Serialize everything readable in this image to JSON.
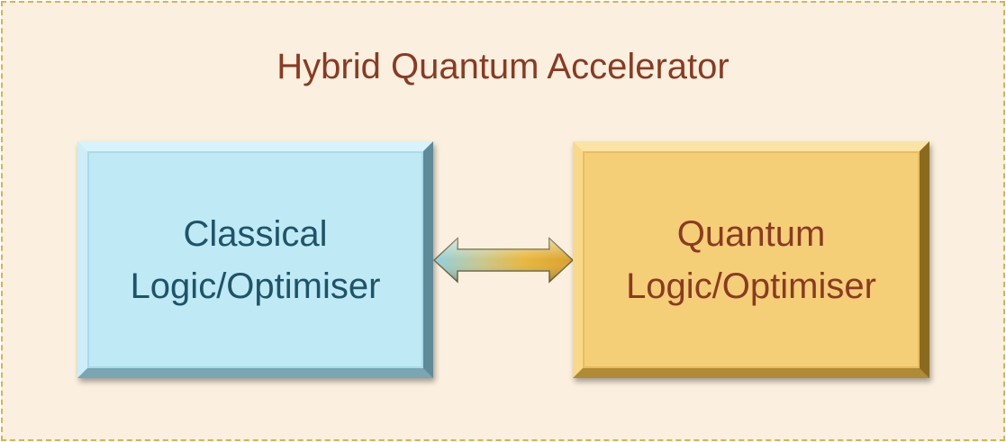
{
  "diagram": {
    "title": "Hybrid Quantum Accelerator",
    "classical_box": {
      "line1": "Classical",
      "line2": "Logic/Optimiser"
    },
    "quantum_box": {
      "line1": "Quantum",
      "line2": "Logic/Optimiser"
    },
    "connector": "double-headed-arrow",
    "colors": {
      "background": "#fbf0df",
      "border": "#dcb24a",
      "title_text": "#8b3a22",
      "classical_fill": "#bfe9f5",
      "classical_text": "#1e5468",
      "quantum_fill": "#f5ce78",
      "quantum_text": "#8b3a22"
    }
  }
}
